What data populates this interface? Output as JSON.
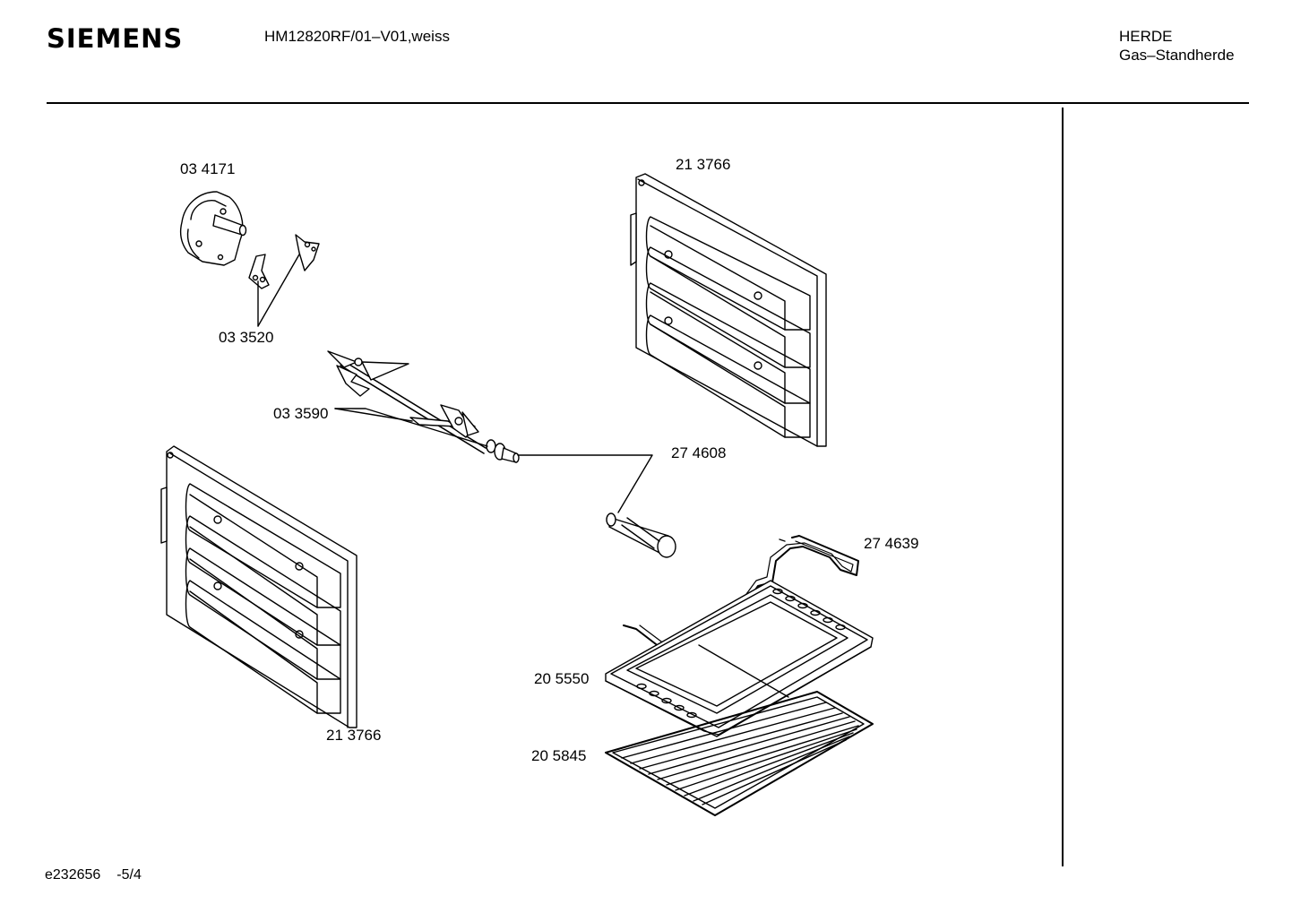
{
  "header": {
    "brand": "SIEMENS",
    "model": "HM12820RF/01–V01,weiss",
    "category": "HERDE",
    "subcategory": "Gas–Standherde"
  },
  "footer": {
    "doc_id": "e232656",
    "page": "-5/4"
  },
  "parts": {
    "motor": "03 4171",
    "clips": "03 3520",
    "spit": "03 3590",
    "side_grid_right": "21 3766",
    "side_grid_left": "21 3766",
    "handle": "27 4608",
    "rack_frame": "27 4639",
    "baking_tray": "20 5550",
    "grill_rack": "20 5845"
  }
}
